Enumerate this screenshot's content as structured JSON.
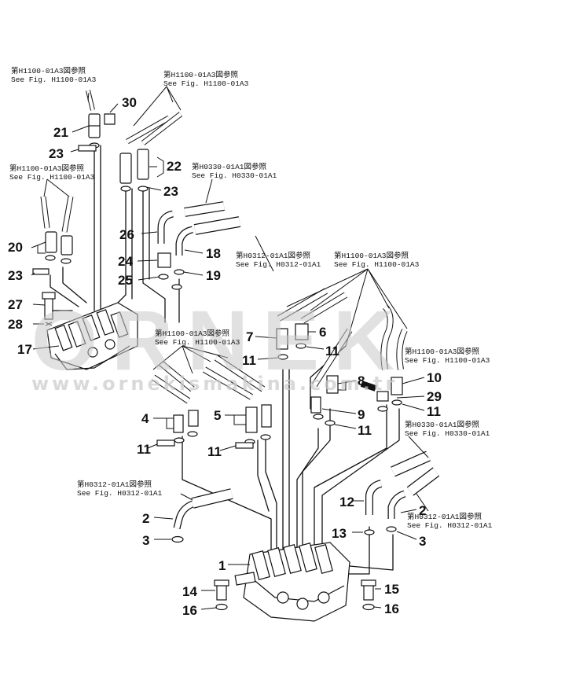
{
  "watermark": {
    "brand": "ORNEK",
    "url": "www.ornekismakina.com.tr"
  },
  "refs": [
    {
      "id": "r1",
      "jp": "第H1100-01A3図参照",
      "en": "See Fig. H1100-01A3"
    },
    {
      "id": "r2",
      "jp": "第H1100-01A3図参照",
      "en": "See Fig. H1100-01A3"
    },
    {
      "id": "r3",
      "jp": "第H1100-01A3図参照",
      "en": "See Fig. H1100-01A3"
    },
    {
      "id": "r4",
      "jp": "第H0330-01A1図参照",
      "en": "See Fig. H0330-01A1"
    },
    {
      "id": "r5",
      "jp": "第H0312-01A1図参照",
      "en": "See Fig. H0312-01A1"
    },
    {
      "id": "r6",
      "jp": "第H1100-01A3図参照",
      "en": "See Fig. H1100-01A3"
    },
    {
      "id": "r7",
      "jp": "第H1100-01A3図参照",
      "en": "See Fig. H1100-01A3"
    },
    {
      "id": "r8",
      "jp": "第H1100-01A3図参照",
      "en": "See Fig. H1100-01A3"
    },
    {
      "id": "r9",
      "jp": "第H0330-01A1図参照",
      "en": "See Fig. H0330-01A1"
    },
    {
      "id": "r10",
      "jp": "第H0312-01A1図参照",
      "en": "See Fig. H0312-01A1"
    },
    {
      "id": "r11",
      "jp": "第H0312-01A1図参照",
      "en": "See Fig. H0312-01A1"
    }
  ],
  "callouts": {
    "n30": "30",
    "n21": "21",
    "n23a": "23",
    "n22": "22",
    "n23b": "23",
    "n26": "26",
    "n18": "18",
    "n20": "20",
    "n24": "24",
    "n23c": "23",
    "n25": "25",
    "n19": "19",
    "n27": "27",
    "n28": "28",
    "n17": "17",
    "n7": "7",
    "n6": "6",
    "n11a": "11",
    "n11b": "11",
    "n10": "10",
    "n29": "29",
    "n8": "8",
    "n11c": "11",
    "n9": "9",
    "n11d": "11",
    "n4": "4",
    "n5": "5",
    "n11e": "11",
    "n11f": "11",
    "n2a": "2",
    "n3a": "3",
    "n12": "12",
    "n2b": "2",
    "n13": "13",
    "n3b": "3",
    "n1": "1",
    "n14": "14",
    "n15": "15",
    "n16a": "16",
    "n16b": "16"
  }
}
